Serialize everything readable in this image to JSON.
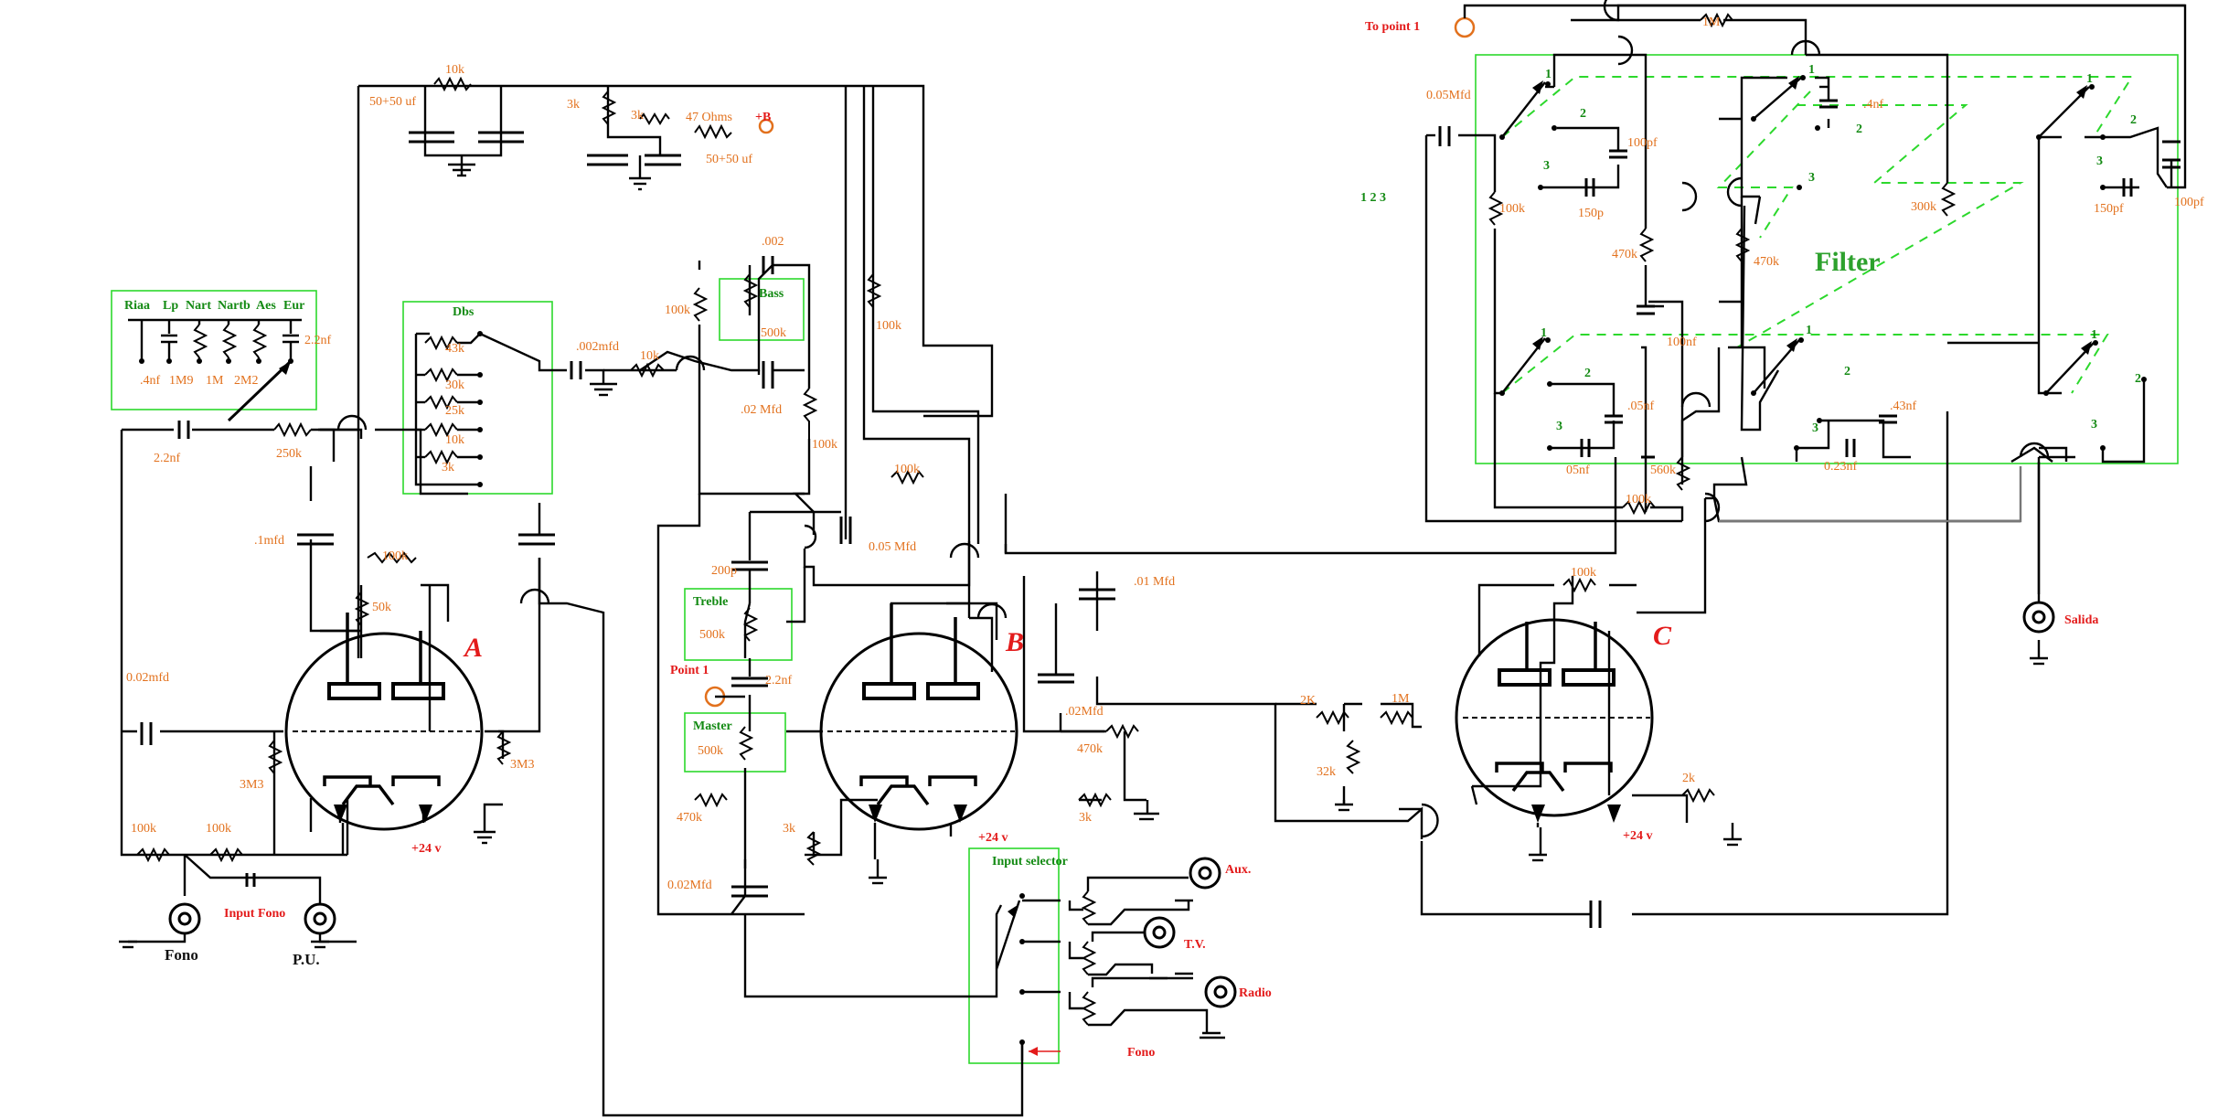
{
  "diagram": {
    "tubes": {
      "a": "A",
      "b": "B",
      "c": "C"
    },
    "filter_title": "Filter",
    "to_point_1": "To point 1",
    "point_1": "Point 1",
    "salida": "Salida",
    "switch_numbers": "1  2  3",
    "eq_group": {
      "labels": [
        "Riaa",
        "Lp",
        "Nart",
        "Nartb",
        "Aes",
        "Eur"
      ]
    },
    "eq_caps": {
      "c1": ".4nf",
      "c2": "1M9",
      "c3": "1M",
      "c4": "2M2",
      "c5": "2.2nf"
    },
    "dbs_group": {
      "title": "Dbs",
      "values": [
        "43k",
        "30k",
        "25k",
        "10k",
        "3k"
      ]
    },
    "bass_title": "Bass",
    "treble_title": "Treble",
    "master_title": "Master",
    "input_selector": "Input selector",
    "fono_input_label": "Fono",
    "input_fono": "Input Fono",
    "jacks": {
      "fono": "Fono",
      "pu": "P.U.",
      "aux": "Aux.",
      "tv": "T.V.",
      "radio": "Radio"
    },
    "supply": {
      "plus_b": "+B",
      "plus24a": "+24 v",
      "plus24b": "+24 v",
      "plus24c": "+24 v"
    },
    "values": {
      "r10k_top": "10k",
      "c5050a": "50+50 uf",
      "r3k_sup": "3k",
      "r3k_sup2": "3k",
      "r47": "47 Ohms",
      "c5050b": "50+50 uf",
      "c22nf": "2.2nf",
      "r250k": "250k",
      "c1mfd": ".1mfd",
      "r100k_a": "100k",
      "r50k": "50k",
      "c002_a": "0.02mfd",
      "r3m3a": "3M3",
      "r3m3b": "3M3",
      "r100k_g1": "100k",
      "r100k_g2": "100k",
      "c002mfd": ".002mfd",
      "r10k_dbs": "10k",
      "c002_top": ".002",
      "r100k_bass": "100k",
      "p500k_bass": "500k",
      "c02mfd": ".02 Mfd",
      "r100k_mid": "100k",
      "r100k_vert": "100k",
      "r100k_pl": "100k",
      "c005mfd": "0.05 Mfd",
      "c200p": "200p",
      "p500k_tr": "500k",
      "c22nf_b": "2.2nf",
      "p500k_ms": "500k",
      "r470k_a": "470k",
      "r3k_b": "3k",
      "c002mfd_b": "0.02Mfd",
      "c01mfd": ".01 Mfd",
      "c02mfd_b": ".02Mfd",
      "r470k_b": "470k",
      "r3k_bk": "3k",
      "r2k": "2K",
      "r1m": "1M",
      "r32k": "32k",
      "r100k_c": "100k",
      "r2k_ck": "2k",
      "r1m_top": "1M",
      "c005_f": "0.05Mfd",
      "r100k_f": "100k",
      "c100pf_a": "100pf",
      "c150p": "150p",
      "r470k_f1": "470k",
      "c100nf": "100nf",
      "c05nf_a": ".05nf",
      "c05nf_b": "05nf",
      "r560k": "560k",
      "r100k_f2": "100k",
      "c4nf": ".4nf",
      "r470k_f2": "470k",
      "c43nf": ".43nf",
      "c023nf": "0.23nf",
      "r300k": "300k",
      "c150pf": "150pf",
      "c100pf_b": "100pf"
    }
  }
}
